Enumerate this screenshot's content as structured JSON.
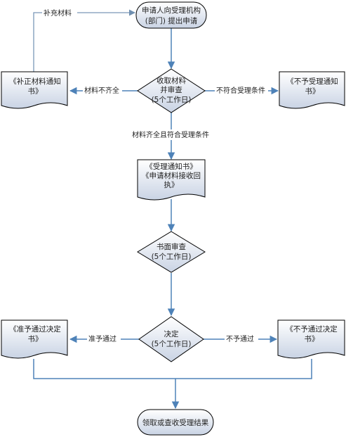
{
  "colors": {
    "node_fill_top": "#ffffff",
    "node_fill_bottom": "#c9d3e4",
    "node_stroke": "#000000",
    "edge_line": "#4e82b8",
    "feedback_line": "#7a97b8",
    "background": "#ffffff"
  },
  "nodes": {
    "applicant_submit": {
      "line1": "申请人向受理机构",
      "line2": "(部门) 提出申请"
    },
    "receive_review": {
      "line1": "收取材料",
      "line2": "并审查",
      "line3": "(5个工作日)"
    },
    "supplement_notice": {
      "line1": "《补正材料通知",
      "line2": "书》"
    },
    "reject_acceptance_notice": {
      "line1": "《不予受理通知",
      "line2": "书》"
    },
    "acceptance_notice": {
      "line1": "《受理通知书》",
      "line2": "《申请材料接收回",
      "line3": "执》"
    },
    "written_review": {
      "line1": "书面审查",
      "line2": "(5个工作日)"
    },
    "decision": {
      "line1": "决定",
      "line2": "(5个工作日)"
    },
    "approval_decision": {
      "line1": "《准予通过决定",
      "line2": "书》"
    },
    "disapproval_decision": {
      "line1": "《不予通过决定",
      "line2": "书》"
    },
    "collect_result": {
      "line1": "领取或查收受理结果"
    }
  },
  "edges": {
    "supplement_materials": "补充材料",
    "materials_incomplete": "材料不齐全",
    "not_meet_conditions": "不符合受理条件",
    "complete_and_meet": "材料齐全且符合受理条件",
    "approve": "准予通过",
    "disapprove": "不予通过"
  }
}
